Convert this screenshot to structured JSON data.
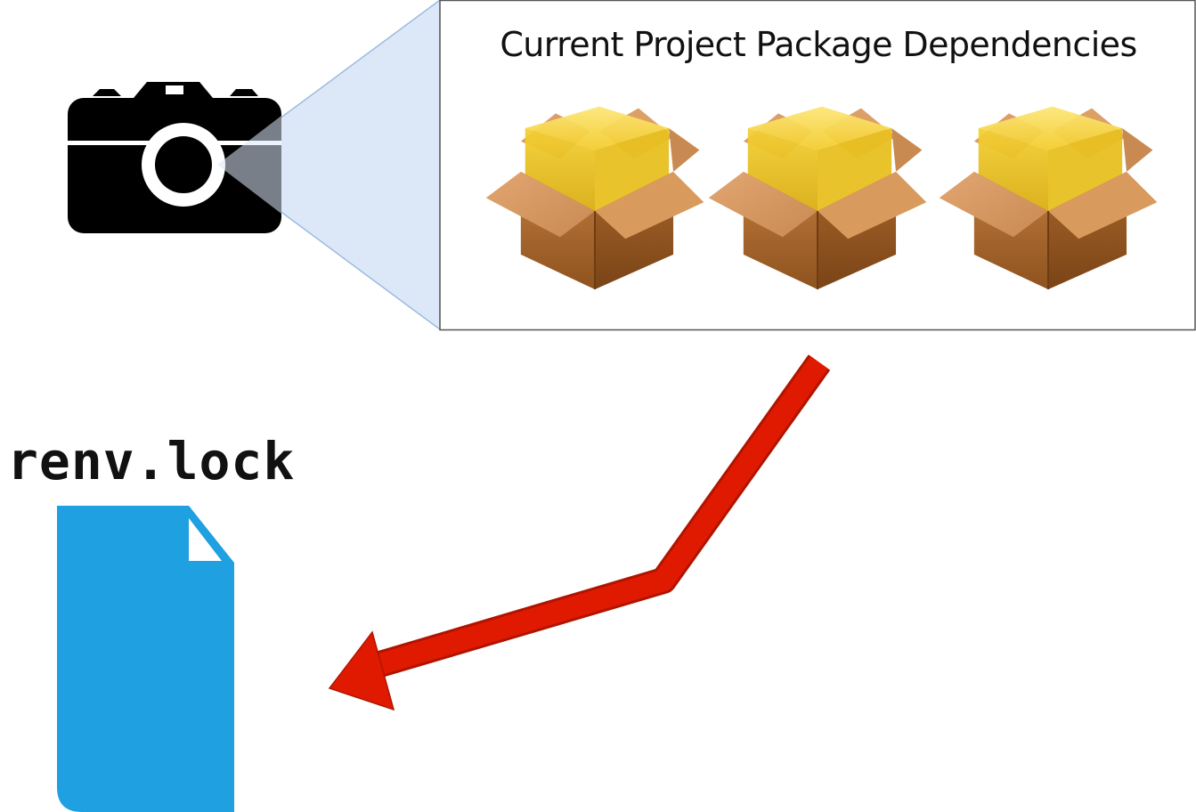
{
  "snapshot_box": {
    "title": "Current Project Package Dependencies",
    "package_count": 3
  },
  "lockfile": {
    "name": "renv.lock"
  },
  "icons": {
    "camera": "camera-icon",
    "package": "package-box-icon",
    "file": "document-icon",
    "arrow": "red-bent-arrow"
  },
  "colors": {
    "camera": "#000000",
    "view_cone": "#dce8f7",
    "view_cone_edge": "#9dbbe0",
    "box_border": "#555555",
    "arrow": "#e01a00",
    "arrow_edge": "#b01400",
    "file": "#1fa0e0",
    "package_yellow": "#f5d430",
    "package_brown": "#b9763c"
  }
}
